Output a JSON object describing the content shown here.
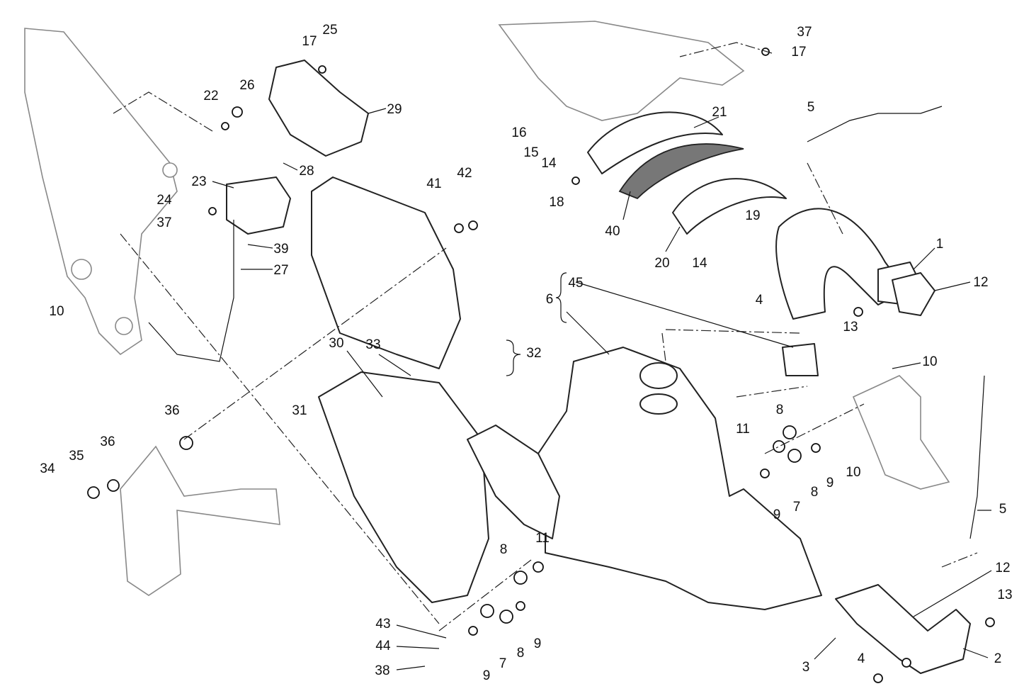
{
  "diagram": {
    "title": "Exhaust system exploded view",
    "callouts": [
      "25",
      "17",
      "26",
      "22",
      "29",
      "28",
      "23",
      "24",
      "37",
      "39",
      "27",
      "10",
      "41",
      "42",
      "16",
      "15",
      "14",
      "18",
      "21",
      "40",
      "20",
      "14",
      "19",
      "37",
      "17",
      "5",
      "1",
      "12",
      "13",
      "4",
      "6",
      "45",
      "30",
      "33",
      "32",
      "31",
      "36",
      "36",
      "35",
      "34",
      "10",
      "11",
      "8",
      "7",
      "8",
      "9",
      "10",
      "9",
      "5",
      "12",
      "13",
      "2",
      "3",
      "4",
      "8",
      "11",
      "9",
      "8",
      "7",
      "9",
      "43",
      "44",
      "38"
    ]
  }
}
